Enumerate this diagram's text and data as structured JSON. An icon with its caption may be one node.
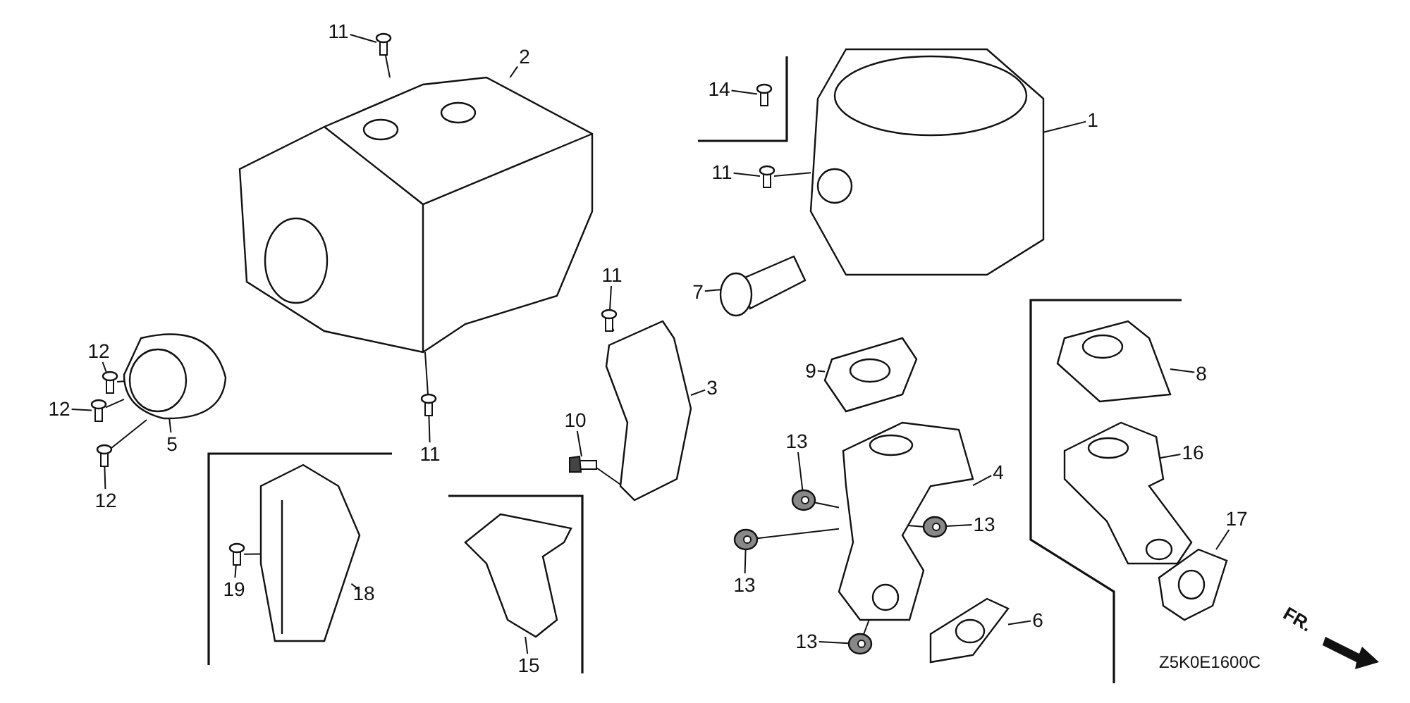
{
  "diagram": {
    "nodes": [
      {
        "text": [
          "11"
        ]
      },
      {
        "text": [
          "2"
        ]
      },
      {
        "text": [
          "14"
        ]
      },
      {
        "text": [
          "1"
        ]
      },
      {
        "text": [
          "11"
        ]
      },
      {
        "text": [
          "7"
        ]
      },
      {
        "text": [
          "11"
        ]
      },
      {
        "text": [
          "9"
        ]
      },
      {
        "text": [
          "8"
        ]
      },
      {
        "text": [
          "12"
        ]
      },
      {
        "text": [
          "12"
        ]
      },
      {
        "text": [
          "5"
        ]
      },
      {
        "text": [
          "3"
        ]
      },
      {
        "text": [
          "11"
        ]
      },
      {
        "text": [
          "10"
        ]
      },
      {
        "text": [
          "12"
        ]
      },
      {
        "text": [
          "13"
        ]
      },
      {
        "text": [
          "4"
        ]
      },
      {
        "text": [
          "16"
        ]
      },
      {
        "text": [
          "17"
        ]
      },
      {
        "text": [
          "13"
        ]
      },
      {
        "text": [
          "19"
        ]
      },
      {
        "text": [
          "18"
        ]
      },
      {
        "text": [
          "13"
        ]
      },
      {
        "text": [
          "15"
        ]
      },
      {
        "text": [
          "13"
        ]
      },
      {
        "text": [
          "6"
        ]
      },
      {
        "text": [],
        "shape": "picture"
      },
      {
        "text": [],
        "shape": "picture"
      },
      {
        "text": [],
        "shape": "picture"
      },
      {
        "text": [],
        "shape": "picture"
      },
      {
        "text": [],
        "shape": "picture"
      },
      {
        "text": [],
        "shape": "picture"
      },
      {
        "text": [],
        "shape": "picture"
      },
      {
        "text": [],
        "shape": "picture"
      },
      {
        "text": [],
        "shape": "picture"
      },
      {
        "text": [],
        "shape": "picture"
      },
      {
        "text": [],
        "shape": "picture"
      },
      {
        "text": [],
        "shape": "picture"
      },
      {
        "text": [],
        "shape": "picture"
      },
      {
        "text": [],
        "shape": "picture"
      },
      {
        "text": [],
        "shape": "picture"
      },
      {
        "text": [],
        "shape": "picture"
      },
      {
        "text": [],
        "shape": "picture"
      },
      {
        "text": [],
        "shape": "picture"
      },
      {
        "text": [],
        "shape": "picture"
      },
      {
        "text": [],
        "shape": "picture"
      },
      {
        "text": [],
        "shape": "picture"
      },
      {
        "text": [],
        "shape": "picture"
      },
      {
        "text": [],
        "shape": "picture"
      },
      {
        "text": [],
        "shape": "picture"
      },
      {
        "text": [],
        "shape": "picture"
      },
      {
        "text": [],
        "shape": "picture"
      },
      {
        "text": [],
        "shape": "picture"
      }
    ],
    "edges": [
      {
        "from": 0,
        "to": 27,
        "arrow": "none"
      },
      {
        "from": 1,
        "to": 28,
        "arrow": "none"
      },
      {
        "from": 2,
        "to": 29,
        "arrow": "none"
      },
      {
        "from": 3,
        "to": 30,
        "arrow": "none"
      },
      {
        "from": 4,
        "to": 31,
        "arrow": "none"
      },
      {
        "from": 5,
        "to": 32,
        "arrow": "none"
      },
      {
        "from": 6,
        "to": 33,
        "arrow": "none"
      },
      {
        "from": 7,
        "to": 34,
        "arrow": "none"
      },
      {
        "from": 8,
        "to": 35,
        "arrow": "none"
      },
      {
        "from": 9,
        "to": 36,
        "arrow": "none"
      },
      {
        "from": 10,
        "to": 37,
        "arrow": "none"
      },
      {
        "from": 11,
        "to": 38,
        "arrow": "none"
      },
      {
        "from": 12,
        "to": 39,
        "arrow": "none"
      },
      {
        "from": 13,
        "to": 40,
        "arrow": "none"
      },
      {
        "from": 14,
        "to": 41,
        "arrow": "none"
      },
      {
        "from": 15,
        "to": 42,
        "arrow": "none"
      },
      {
        "from": 16,
        "to": 43,
        "arrow": "none"
      },
      {
        "from": 17,
        "to": 44,
        "arrow": "none"
      },
      {
        "from": 18,
        "to": 45,
        "arrow": "none"
      },
      {
        "from": 19,
        "to": 46,
        "arrow": "none"
      },
      {
        "from": 20,
        "to": 47,
        "arrow": "none"
      },
      {
        "from": 21,
        "to": 48,
        "arrow": "none"
      },
      {
        "from": 22,
        "to": 49,
        "arrow": "none"
      },
      {
        "from": 23,
        "to": 50,
        "arrow": "none"
      },
      {
        "from": 24,
        "to": 51,
        "arrow": "none"
      },
      {
        "from": 25,
        "to": 52,
        "arrow": "none"
      },
      {
        "from": 26,
        "to": 53,
        "arrow": "none"
      },
      {
        "from": 27,
        "to": 28,
        "arrow": "none"
      },
      {
        "from": 31,
        "to": 30,
        "arrow": "none"
      },
      {
        "from": 33,
        "to": 39,
        "arrow": "none"
      },
      {
        "from": 40,
        "to": 28,
        "arrow": "none"
      },
      {
        "from": 41,
        "to": 39,
        "arrow": "none"
      },
      {
        "from": 36,
        "to": 38,
        "arrow": "none"
      },
      {
        "from": 37,
        "to": 38,
        "arrow": "none"
      },
      {
        "from": 42,
        "to": 38,
        "arrow": "none"
      },
      {
        "from": 43,
        "to": 44,
        "arrow": "none"
      },
      {
        "from": 47,
        "to": 44,
        "arrow": "none"
      },
      {
        "from": 50,
        "to": 44,
        "arrow": "none"
      },
      {
        "from": 52,
        "to": 44,
        "arrow": "none"
      },
      {
        "from": 48,
        "to": 49,
        "arrow": "none"
      }
    ],
    "labels": [
      "FR.",
      "Z5K0E1600C"
    ]
  }
}
